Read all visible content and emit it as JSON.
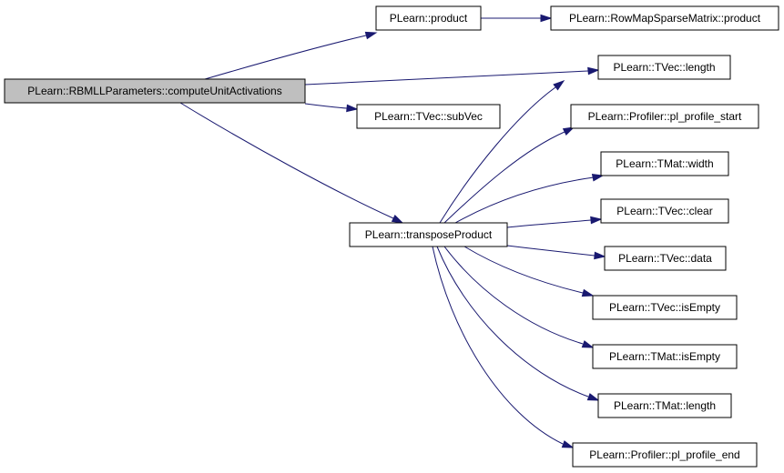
{
  "colors": {
    "root_fill": "#bfbfbf",
    "node_fill": "#ffffff",
    "node_border": "#000000",
    "edge": "#191970"
  },
  "nodes": {
    "root": "PLearn::RBMLLParameters::computeUnitActivations",
    "product": "PLearn::product",
    "rowmap_product": "PLearn::RowMapSparseMatrix::product",
    "tvec_length": "PLearn::TVec::length",
    "tvec_subvec": "PLearn::TVec::subVec",
    "profile_start": "PLearn::Profiler::pl_profile_start",
    "tmat_width": "PLearn::TMat::width",
    "tvec_clear": "PLearn::TVec::clear",
    "transpose_product": "PLearn::transposeProduct",
    "tvec_data": "PLearn::TVec::data",
    "tvec_isempty": "PLearn::TVec::isEmpty",
    "tmat_isempty": "PLearn::TMat::isEmpty",
    "tmat_length": "PLearn::TMat::length",
    "profile_end": "PLearn::Profiler::pl_profile_end"
  },
  "edges": [
    {
      "from": "root",
      "to": "product"
    },
    {
      "from": "product",
      "to": "rowmap_product"
    },
    {
      "from": "root",
      "to": "tvec_length"
    },
    {
      "from": "root",
      "to": "tvec_subvec"
    },
    {
      "from": "root",
      "to": "transpose_product"
    },
    {
      "from": "transpose_product",
      "to": "tvec_length"
    },
    {
      "from": "transpose_product",
      "to": "profile_start"
    },
    {
      "from": "transpose_product",
      "to": "tmat_width"
    },
    {
      "from": "transpose_product",
      "to": "tvec_clear"
    },
    {
      "from": "transpose_product",
      "to": "tvec_data"
    },
    {
      "from": "transpose_product",
      "to": "tvec_isempty"
    },
    {
      "from": "transpose_product",
      "to": "tmat_isempty"
    },
    {
      "from": "transpose_product",
      "to": "tmat_length"
    },
    {
      "from": "transpose_product",
      "to": "profile_end"
    }
  ]
}
